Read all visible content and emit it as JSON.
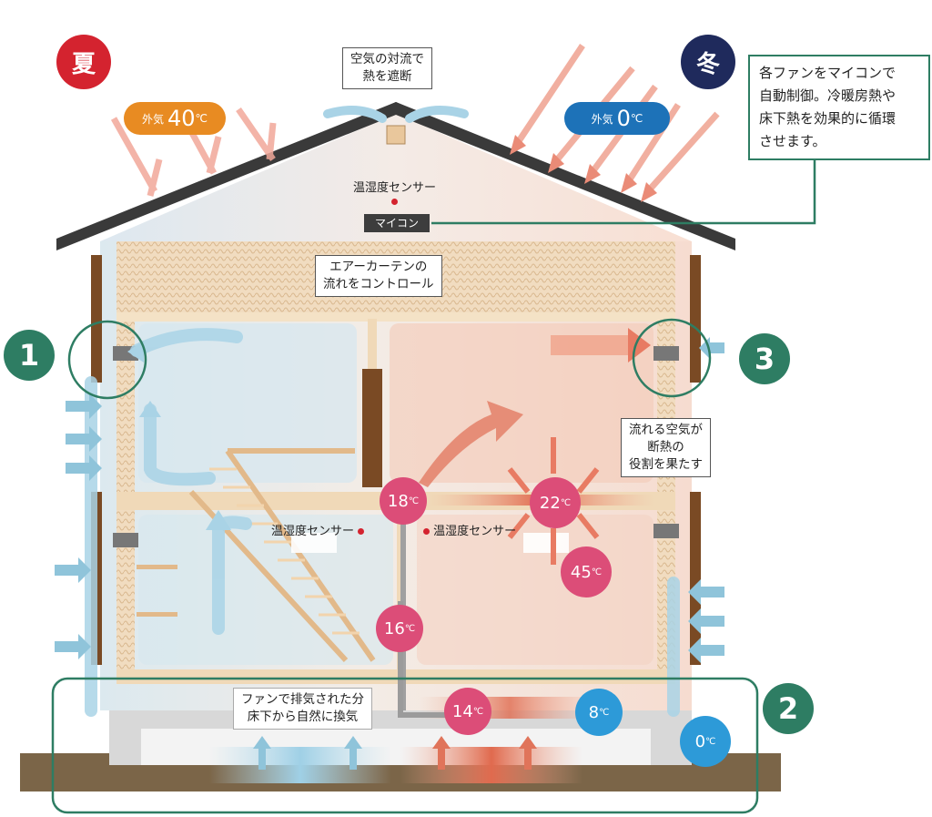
{
  "seasons": {
    "summer": {
      "label": "夏",
      "color": "#d4232f",
      "outside_label": "外気",
      "outside_value": "40",
      "unit": "℃",
      "pill_color": "#e88b22"
    },
    "winter": {
      "label": "冬",
      "color": "#1f2a5c",
      "outside_label": "外気",
      "outside_value": "0",
      "unit": "℃",
      "pill_color": "#1d72b8"
    }
  },
  "callouts": {
    "roof": [
      "空気の対流で",
      "熱を遮断"
    ],
    "curtain": [
      "エアーカーテンの",
      "流れをコントロール"
    ],
    "insulation": [
      "流れる空気が",
      "断熱の",
      "役割を果たす"
    ],
    "crawl": [
      "ファンで排気された分",
      "床下から自然に換気"
    ],
    "microcomputer": [
      "各ファンをマイコンで",
      "自動制御。冷暖房熱や",
      "床下熱を効果的に循環",
      "させます。"
    ]
  },
  "microcomputer_label": "マイコン",
  "sensors": {
    "attic": "温湿度センサー",
    "left_room": "温湿度センサー",
    "right_room": "温湿度センサー"
  },
  "section_numbers": [
    "1",
    "2",
    "3"
  ],
  "temperatures": [
    {
      "id": "hall-2f",
      "value": "18",
      "unit": "℃",
      "color": "pink"
    },
    {
      "id": "room-2f",
      "value": "22",
      "unit": "℃",
      "color": "pink"
    },
    {
      "id": "ceiling-1f",
      "value": "45",
      "unit": "℃",
      "color": "pink"
    },
    {
      "id": "hall-1f",
      "value": "16",
      "unit": "℃",
      "color": "pink"
    },
    {
      "id": "crawl-warm",
      "value": "14",
      "unit": "℃",
      "color": "pink"
    },
    {
      "id": "crawl-cool",
      "value": "8",
      "unit": "℃",
      "color": "blue"
    },
    {
      "id": "outside-base",
      "value": "0",
      "unit": "℃",
      "color": "blue"
    }
  ],
  "colors": {
    "green": "#2e7d63",
    "pink": "#dc4d78",
    "blue": "#2d9ad8",
    "wood": "#7a4a24",
    "ground": "#7b6548"
  }
}
